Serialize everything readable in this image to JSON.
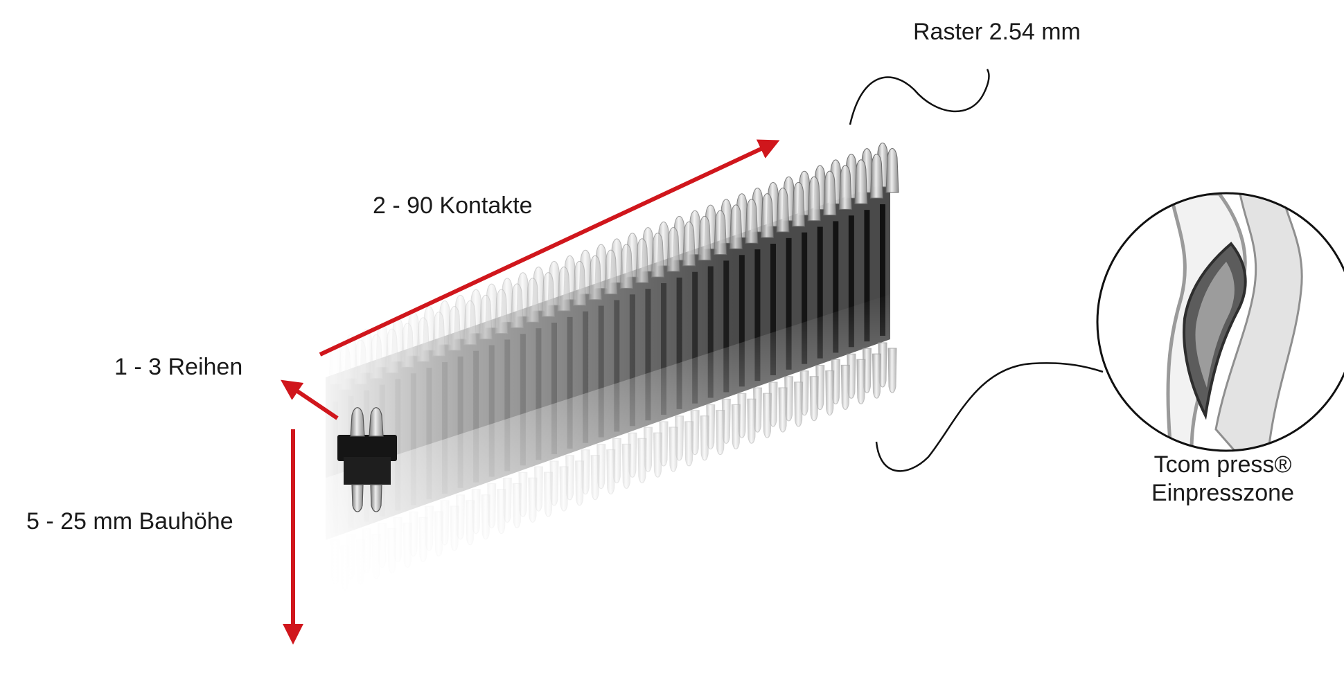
{
  "labels": {
    "raster": "Raster 2.54 mm",
    "contacts": "2 - 90 Kontakte",
    "rows": "1 - 3 Reihen",
    "height": "5 - 25 mm Bauhöhe",
    "zone_line1": "Tcom press®",
    "zone_line2": "Einpresszone"
  },
  "colors": {
    "arrow": "#d0161c",
    "housing": "#1c1c1c",
    "pin": "#9a9a9a",
    "pin_highlight": "#e4e4e4",
    "line": "#111111"
  }
}
